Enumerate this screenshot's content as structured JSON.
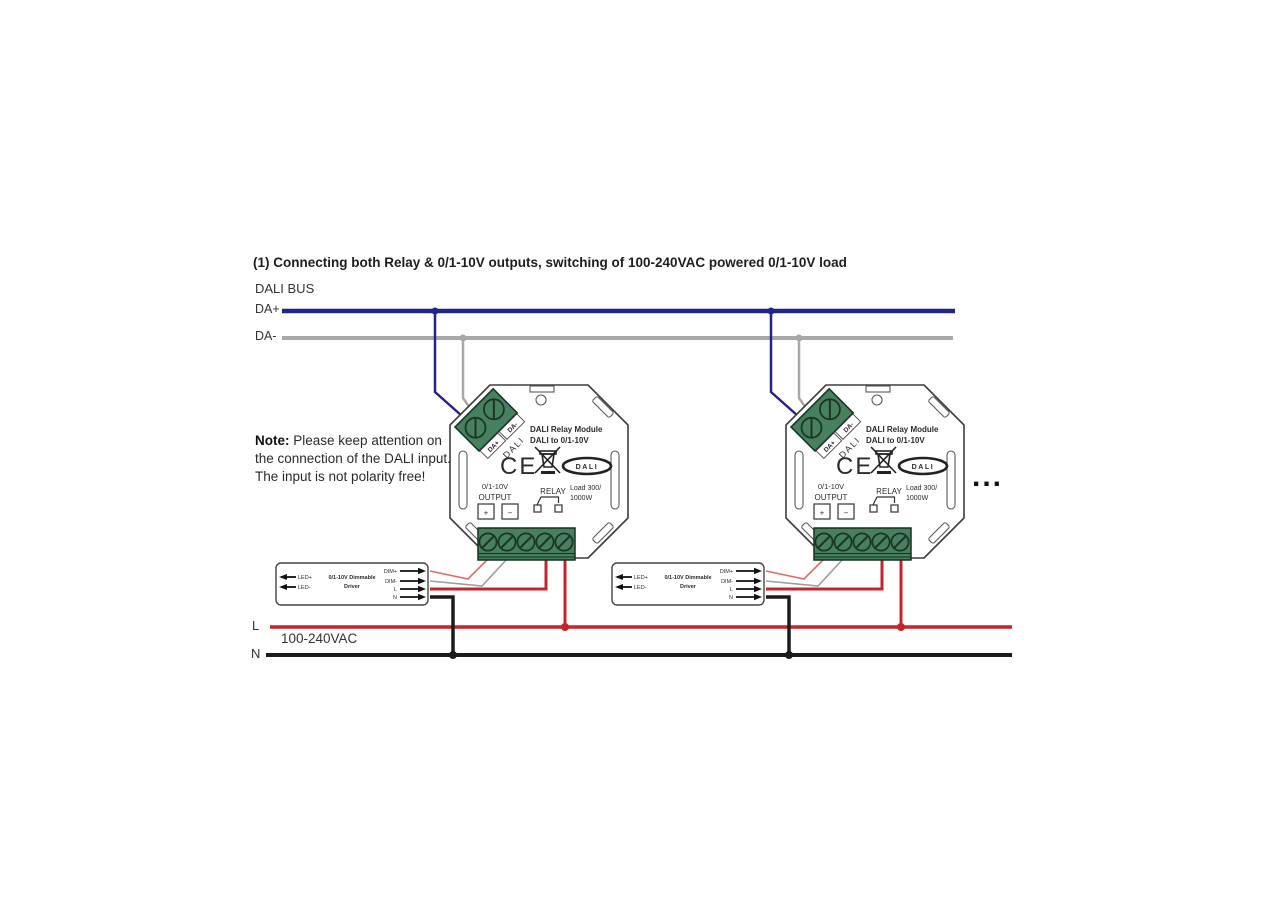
{
  "header": {
    "title": "(1) Connecting both Relay & 0/1-10V outputs, switching of 100-240VAC powered 0/1-10V load"
  },
  "dali_bus": {
    "label": "DALI BUS",
    "da_plus_label": "DA+",
    "da_minus_label": "DA-"
  },
  "note": {
    "label": "Note:",
    "text": "Please keep attention on the connection of the DALI input. The input is not polarity free!"
  },
  "mains": {
    "live_label": "L",
    "neutral_label": "N",
    "voltage_label": "100-240VAC"
  },
  "relay_module": {
    "name_line1": "DALI Relay Module",
    "name_line2": "DALI to 0/1-10V",
    "ce_mark": "CE",
    "dali_logo": "DALI",
    "output_line1": "0/1-10V",
    "output_line2": "OUTPUT",
    "plus": "+",
    "minus": "−",
    "relay_label": "RELAY",
    "load_line1": "Load 300/",
    "load_line2": "1000W",
    "input_da_plus": "DA+",
    "input_da_minus": "DA-",
    "input_dali": "DALI"
  },
  "driver": {
    "led_plus": "LED+",
    "led_minus": "LED-",
    "name_line1": "0/1-10V Dimmable",
    "name_line2": "Driver",
    "dim_plus": "DIM+",
    "dim_minus": "DIM-",
    "live": "L",
    "neutral": "N"
  },
  "more_units_ellipsis": "...",
  "colors": {
    "da_plus_wire": "#23238c",
    "da_minus_wire": "#a8a8a8",
    "live_wire": "#c4242b",
    "neutral_wire": "#1b1b1b",
    "dim_signal_wire": "#e06a63",
    "terminal_green": "#47805f"
  }
}
